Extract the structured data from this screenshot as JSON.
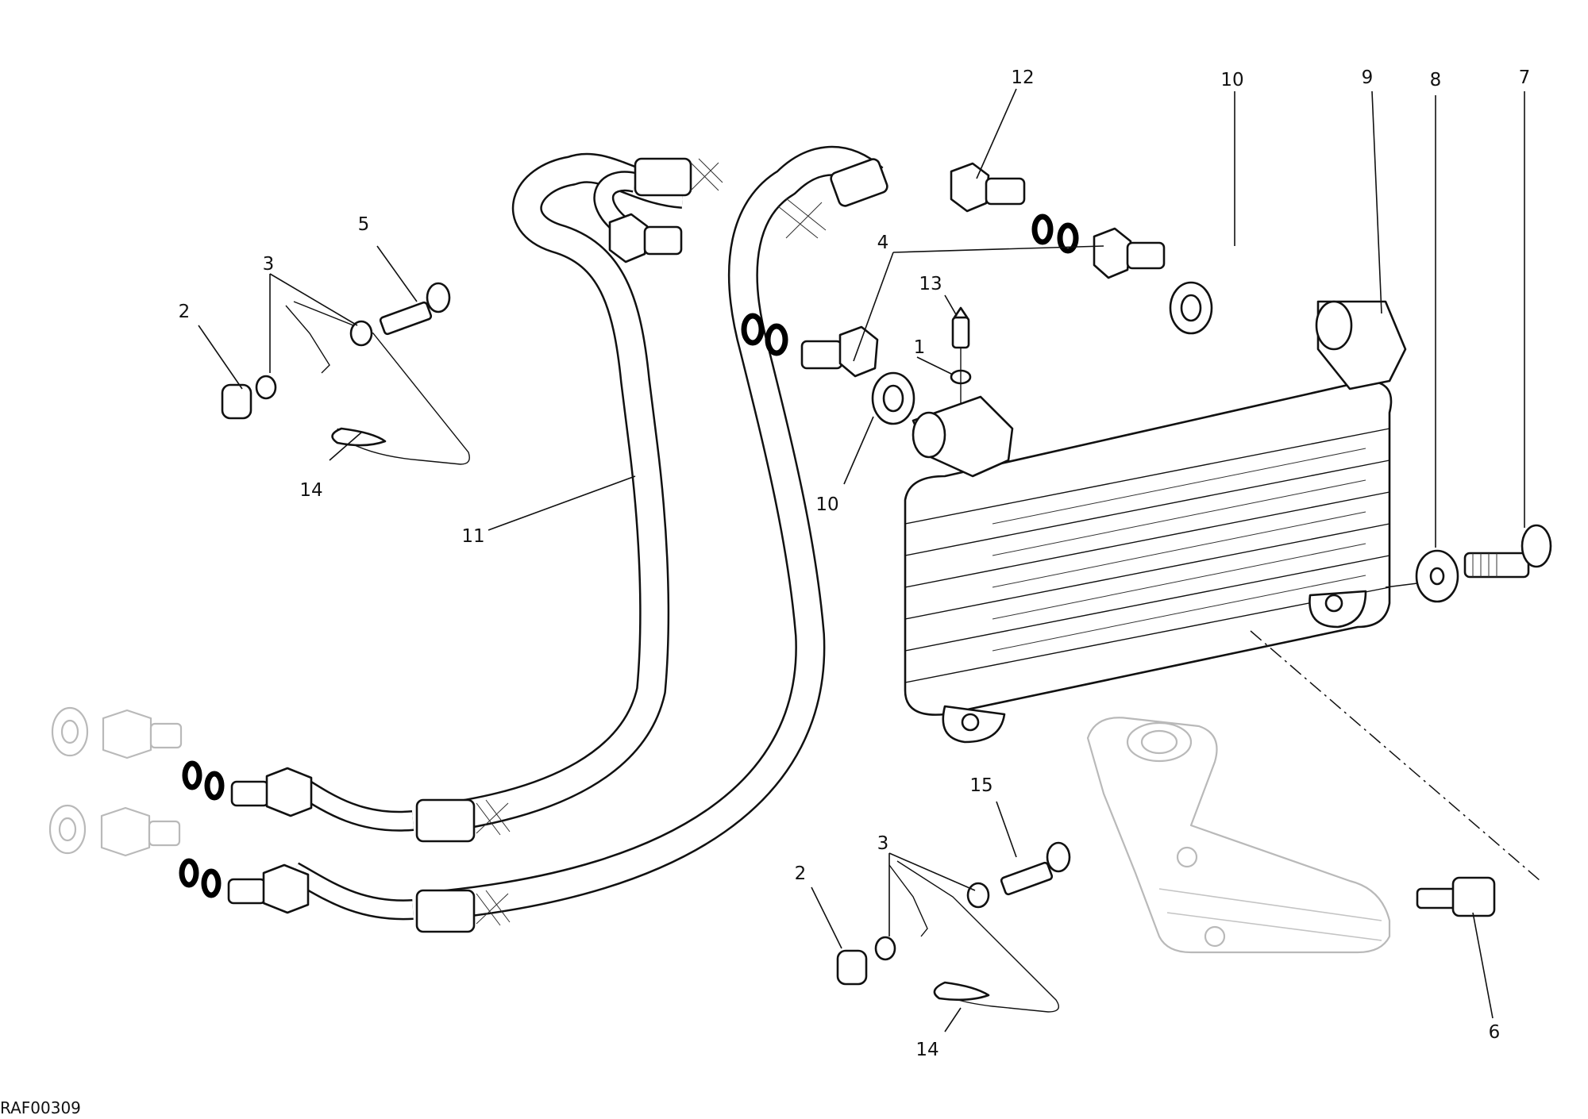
{
  "diagram": {
    "drawing_code": "RAF00309",
    "callouts": [
      {
        "id": "c1",
        "text": "1"
      },
      {
        "id": "c2a",
        "text": "2"
      },
      {
        "id": "c2b",
        "text": "2"
      },
      {
        "id": "c3a",
        "text": "3"
      },
      {
        "id": "c3b",
        "text": "3"
      },
      {
        "id": "c4",
        "text": "4"
      },
      {
        "id": "c5",
        "text": "5"
      },
      {
        "id": "c6",
        "text": "6"
      },
      {
        "id": "c7",
        "text": "7"
      },
      {
        "id": "c8",
        "text": "8"
      },
      {
        "id": "c9",
        "text": "9"
      },
      {
        "id": "c10a",
        "text": "10"
      },
      {
        "id": "c10b",
        "text": "10"
      },
      {
        "id": "c11",
        "text": "11"
      },
      {
        "id": "c12",
        "text": "12"
      },
      {
        "id": "c13",
        "text": "13"
      },
      {
        "id": "c14a",
        "text": "14"
      },
      {
        "id": "c14b",
        "text": "14"
      },
      {
        "id": "c15",
        "text": "15"
      }
    ]
  }
}
